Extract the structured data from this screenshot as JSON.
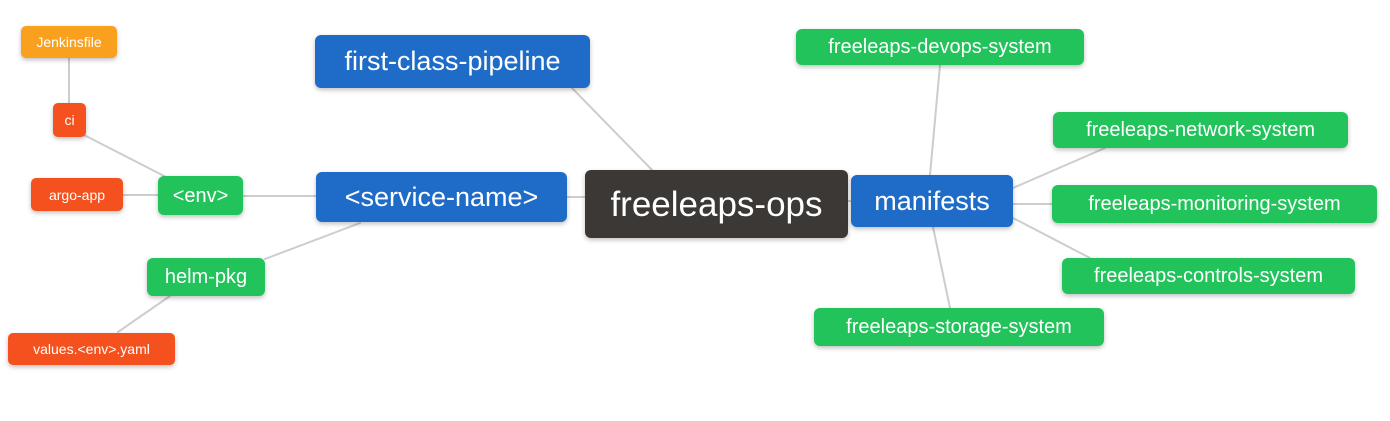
{
  "diagram": {
    "type": "mindmap",
    "root": "freeleaps-ops",
    "background": "#FFFFFF",
    "edge_color": "#CDCDCD"
  },
  "palette": {
    "orange": "#F9A11E",
    "red": "#F4511E",
    "green": "#22C35B",
    "blue": "#1E6CC7",
    "dark": "#3B3835"
  },
  "nodes": {
    "jenkinsfile": {
      "label": "Jenkinsfile",
      "color": "orange"
    },
    "ci": {
      "label": "ci",
      "color": "red"
    },
    "argo_app": {
      "label": "argo-app",
      "color": "red"
    },
    "env": {
      "label": "<env>",
      "color": "green"
    },
    "helm_pkg": {
      "label": "helm-pkg",
      "color": "green"
    },
    "values_env_yaml": {
      "label": "values.<env>.yaml",
      "color": "red"
    },
    "service_name": {
      "label": "<service-name>",
      "color": "blue"
    },
    "first_class_pipeline": {
      "label": "first-class-pipeline",
      "color": "blue"
    },
    "freeleaps_ops": {
      "label": "freeleaps-ops",
      "color": "dark"
    },
    "manifests": {
      "label": "manifests",
      "color": "blue"
    },
    "devops_system": {
      "label": "freeleaps-devops-system",
      "color": "green"
    },
    "network_system": {
      "label": "freeleaps-network-system",
      "color": "green"
    },
    "monitoring_system": {
      "label": "freeleaps-monitoring-system",
      "color": "green"
    },
    "controls_system": {
      "label": "freeleaps-controls-system",
      "color": "green"
    },
    "storage_system": {
      "label": "freeleaps-storage-system",
      "color": "green"
    }
  },
  "edges": [
    {
      "from": "jenkinsfile",
      "to": "ci"
    },
    {
      "from": "ci",
      "to": "env"
    },
    {
      "from": "argo_app",
      "to": "env"
    },
    {
      "from": "env",
      "to": "service_name"
    },
    {
      "from": "service_name",
      "to": "helm_pkg"
    },
    {
      "from": "helm_pkg",
      "to": "values_env_yaml"
    },
    {
      "from": "first_class_pipeline",
      "to": "freeleaps_ops"
    },
    {
      "from": "service_name",
      "to": "freeleaps_ops"
    },
    {
      "from": "freeleaps_ops",
      "to": "manifests"
    },
    {
      "from": "manifests",
      "to": "devops_system"
    },
    {
      "from": "manifests",
      "to": "network_system"
    },
    {
      "from": "manifests",
      "to": "monitoring_system"
    },
    {
      "from": "manifests",
      "to": "controls_system"
    },
    {
      "from": "manifests",
      "to": "storage_system"
    }
  ]
}
